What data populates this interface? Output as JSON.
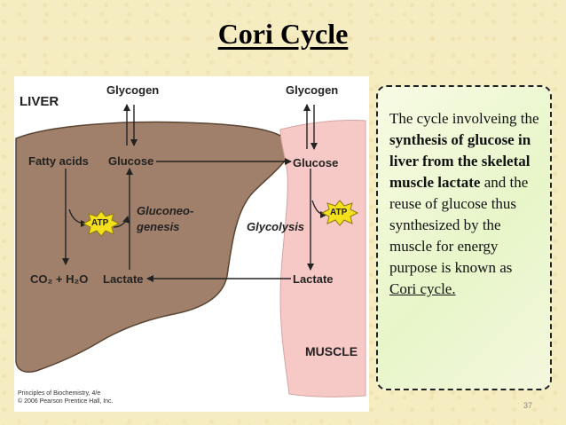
{
  "slide": {
    "title": "Cori Cycle",
    "page_number": "37"
  },
  "diagram": {
    "liver_label": "LIVER",
    "muscle_label": "MUSCLE",
    "liver_glycogen": "Glycogen",
    "liver_fatty_acids": "Fatty acids",
    "liver_glucose": "Glucose",
    "liver_atp": "ATP",
    "gluconeogenesis_line1": "Gluconeo-",
    "gluconeogenesis_line2": "genesis",
    "liver_co2_h2o": "CO₂ + H₂O",
    "liver_lactate": "Lactate",
    "muscle_glycogen": "Glycogen",
    "muscle_glucose": "Glucose",
    "glycolysis": "Glycolysis",
    "muscle_atp": "ATP",
    "muscle_lactate": "Lactate",
    "credit_line1": "Principles of Biochemistry, 4/e",
    "credit_line2": "© 2006 Pearson Prentice Hall, Inc."
  },
  "description": {
    "part1": "The cycle involveing the ",
    "bold": "synthesis of glucose in liver from the skeletal muscle lactate",
    "part2": " and the reuse of glucose thus synthesized by the muscle for energy purpose is known as ",
    "link": "Cori cycle.",
    "part3": ""
  },
  "colors": {
    "liver_fill": "#a0806a",
    "muscle_fill": "#f7c9c6",
    "atp_fill": "#f4e11c",
    "background": "#f6ecc2"
  }
}
